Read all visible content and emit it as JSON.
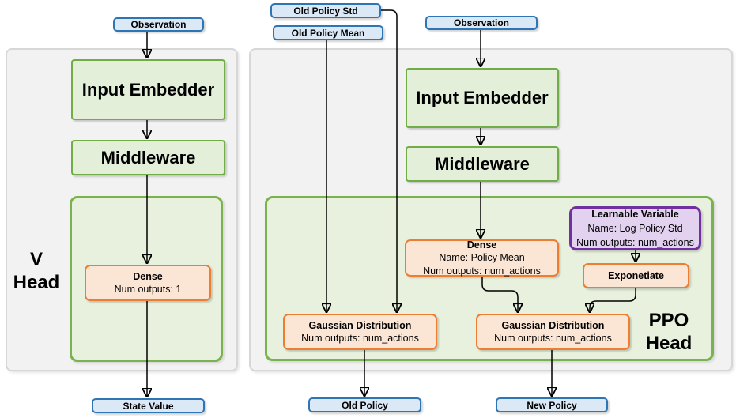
{
  "v_head": {
    "title_line1": "V",
    "title_line2": "Head",
    "observation": "Observation",
    "input_embedder": "Input Embedder",
    "middleware": "Middleware",
    "dense": {
      "title": "Dense",
      "outputs": "Num outputs: 1"
    },
    "state_value": "State Value"
  },
  "ppo_head": {
    "title_line1": "PPO",
    "title_line2": "Head",
    "old_policy_std": "Old Policy Std",
    "old_policy_mean": "Old Policy Mean",
    "observation": "Observation",
    "input_embedder": "Input Embedder",
    "middleware": "Middleware",
    "dense": {
      "title": "Dense",
      "name": "Name: Policy Mean",
      "outputs": "Num outputs: num_actions"
    },
    "learnable_variable": {
      "title": "Learnable Variable",
      "name": "Name: Log Policy Std",
      "outputs": "Num outputs: num_actions"
    },
    "exponetiate": "Exponetiate",
    "gaussian_old": {
      "title": "Gaussian Distribution",
      "outputs": "Num outputs: num_actions"
    },
    "gaussian_new": {
      "title": "Gaussian Distribution",
      "outputs": "Num outputs: num_actions"
    },
    "old_policy": "Old Policy",
    "new_policy": "New Policy"
  },
  "colors": {
    "blue_fill": "#dbe8f6",
    "blue_border": "#2e75b6",
    "green_fill": "#e3efd9",
    "green_border": "#70ad47",
    "inner_green_fill": "#e8f1de",
    "inner_green_border": "#79b24e",
    "orange_fill": "#fbe5d5",
    "orange_border": "#ed7d31",
    "purple_fill": "#e2d1ef",
    "purple_border": "#7030a0",
    "panel_fill": "#f2f2f2",
    "panel_border": "#d7d7d7",
    "connector": "#000000"
  }
}
